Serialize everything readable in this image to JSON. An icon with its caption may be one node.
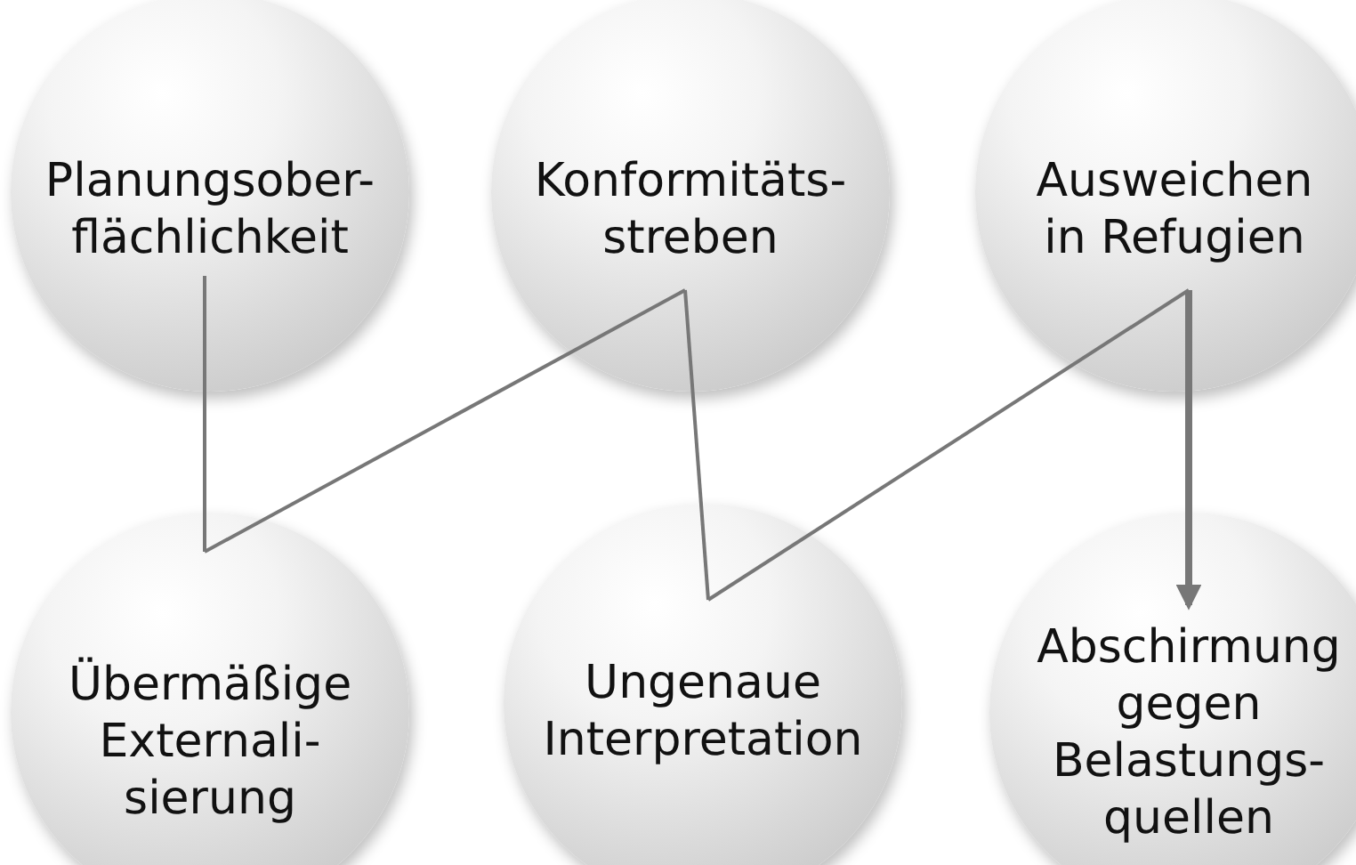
{
  "diagram": {
    "nodes": [
      {
        "text": [
          "Planungsober- flächlichkeit"
        ]
      },
      {
        "text": [
          "Konformitäts- streben"
        ]
      },
      {
        "text": [
          "Ausweichen in Refugien"
        ]
      },
      {
        "text": [
          "Übermäßige Externali- sierung"
        ]
      },
      {
        "text": [
          "Ungenaue Interpretation"
        ]
      },
      {
        "text": [
          "Abschirmung gegen Belastungs- quellen"
        ]
      }
    ],
    "edges": [
      {
        "from": 0,
        "to": 3,
        "arrow": "none"
      },
      {
        "from": 3,
        "to": 1,
        "arrow": "none"
      },
      {
        "from": 1,
        "to": 4,
        "arrow": "none"
      },
      {
        "from": 4,
        "to": 2,
        "arrow": "none"
      },
      {
        "from": 2,
        "to": 5,
        "arrow": "to",
        "style": "thick"
      }
    ]
  }
}
